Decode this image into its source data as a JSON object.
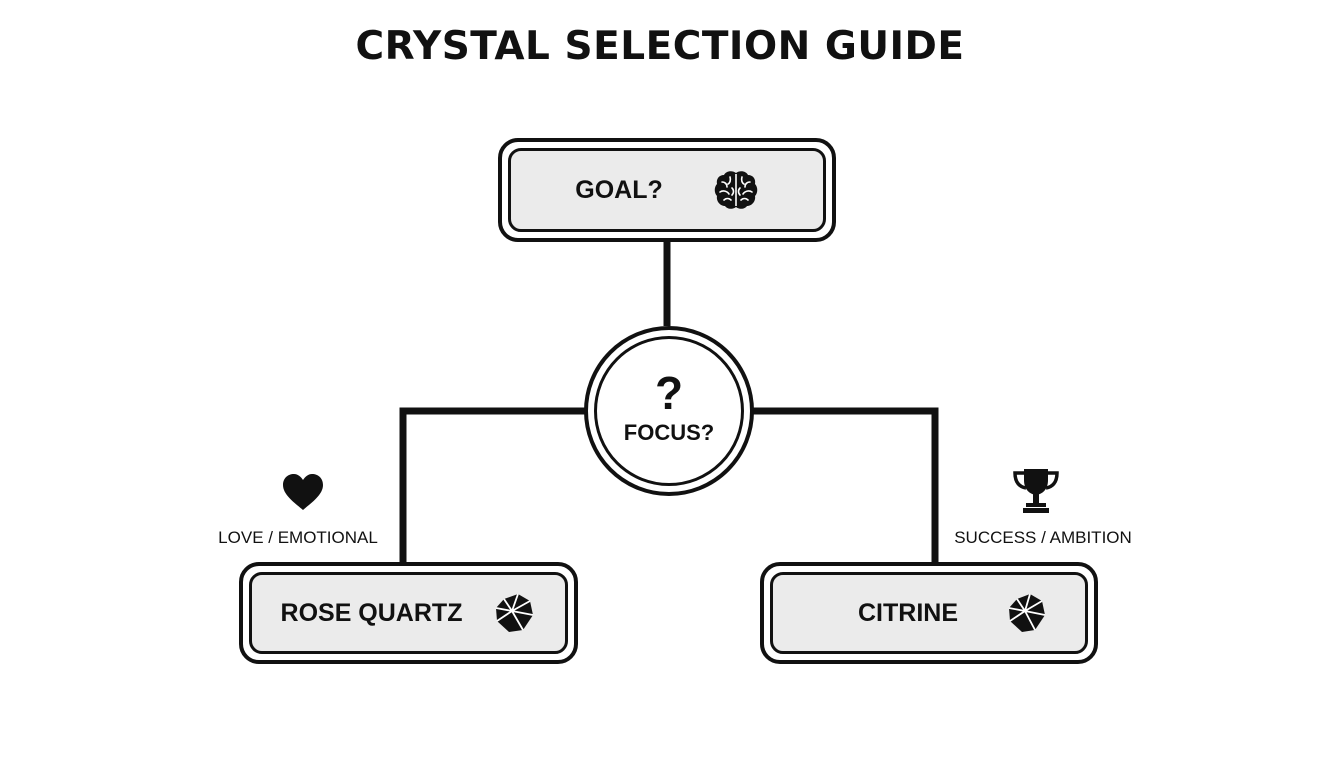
{
  "title": "CRYSTAL SELECTION GUIDE",
  "nodes": {
    "goal": {
      "label": "GOAL?",
      "icon": "brain-icon"
    },
    "focus": {
      "symbol": "?",
      "label": "FOCUS?"
    },
    "rose_quartz": {
      "label": "ROSE QUARTZ",
      "icon": "crystal-icon"
    },
    "citrine": {
      "label": "CITRINE",
      "icon": "crystal-icon"
    }
  },
  "branches": {
    "left": {
      "label": "LOVE / EMOTIONAL",
      "icon": "heart-icon"
    },
    "right": {
      "label": "SUCCESS / AMBITION",
      "icon": "trophy-icon"
    }
  },
  "colors": {
    "line": "#111111",
    "box_fill": "#ebebeb",
    "background": "#ffffff"
  }
}
